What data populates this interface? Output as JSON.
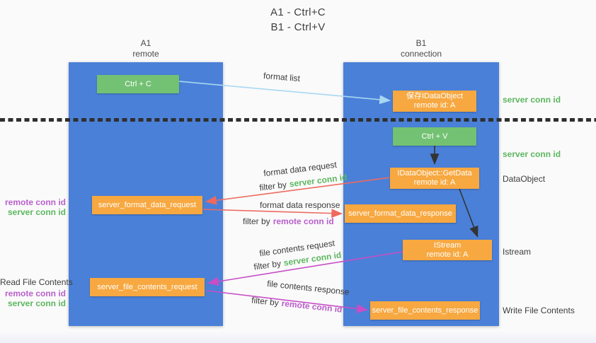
{
  "title": {
    "line1": "A1 - Ctrl+C",
    "line2": "B1 - Ctrl+V"
  },
  "lifelines": {
    "left": {
      "name": "A1",
      "role": "remote"
    },
    "right": {
      "name": "B1",
      "role": "connection"
    }
  },
  "nodes": {
    "ctrl_c": {
      "label": "Ctrl + C"
    },
    "save_dataobject": {
      "line1": "保存IDataObject",
      "line2": "remote id: A"
    },
    "ctrl_v": {
      "label": "Ctrl + V"
    },
    "getdata": {
      "line1": "IDataObject::GetData",
      "line2": "remote id: A"
    },
    "format_request": {
      "label": "server_format_data_request"
    },
    "format_response": {
      "label": "server_format_data_response"
    },
    "istream": {
      "line1": "IStream",
      "line2": "remote id: A"
    },
    "file_request": {
      "label": "server_file_contents_request"
    },
    "file_response": {
      "label": "server_file_contents_response"
    }
  },
  "right_labels": {
    "server_conn_id_top": "server conn id",
    "server_conn_id_mid": "server conn id",
    "dataobject": "DataObject",
    "istream": "Istream",
    "write_file_contents": "Write File Contents"
  },
  "left_labels": {
    "remote_conn_id_1": "remote conn id",
    "server_conn_id_1": "server conn id",
    "read_file_contents": "Read File Contents",
    "remote_conn_id_2": "remote conn id",
    "server_conn_id_2": "server conn id"
  },
  "arrows": {
    "format_list": {
      "label": "format list"
    },
    "format_data_request": {
      "label": "format data request",
      "filter_prefix": "filter by",
      "filter_key": "server conn id"
    },
    "format_data_response": {
      "label": "format data response",
      "filter_prefix": "filter by",
      "filter_key": "remote conn id"
    },
    "file_contents_request": {
      "label": "file contents request",
      "filter_prefix": "filter by",
      "filter_key": "server conn id"
    },
    "file_contents_response": {
      "label": "file contents response",
      "filter_prefix": "filter by",
      "filter_key": "remote conn id"
    }
  },
  "colors": {
    "lifeline_blue": "#4a80d8",
    "node_orange": "#f7a840",
    "node_green": "#73c173",
    "server_conn_green": "#5cb75f",
    "remote_conn_purple": "#b95fcb",
    "arrow_red": "#ee6a5f",
    "arrow_magenta": "#c74ec7",
    "arrow_lightblue": "#a8d8f2",
    "arrow_black": "#333333",
    "text_dark": "#3c3c3c",
    "background": "#fafafa"
  }
}
